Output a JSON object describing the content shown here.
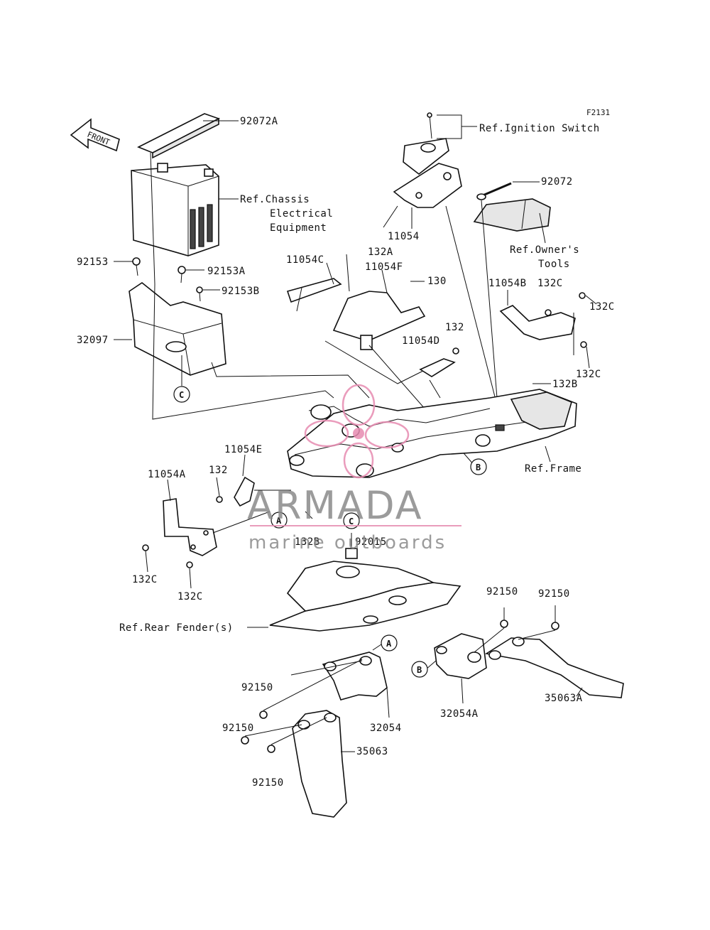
{
  "figure_code": "F2131",
  "front_arrow": "FRONT",
  "watermark": {
    "brand": "ARMADA",
    "tagline": "marine outboards",
    "accent": "#e68bb0"
  },
  "labels": {
    "p92072A": "92072A",
    "ref_ignition": "Ref.Ignition Switch",
    "p92072": "92072",
    "ref_chassis_1": "Ref.Chassis",
    "ref_chassis_2": "Electrical",
    "ref_chassis_3": "Equipment",
    "p11054": "11054",
    "ref_owners_1": "Ref.Owner's",
    "ref_owners_2": "Tools",
    "p92153": "92153",
    "p92153A": "92153A",
    "p92153B": "92153B",
    "p11054C": "11054C",
    "p132A": "132A",
    "p11054F": "11054F",
    "p130": "130",
    "p11054B": "11054B",
    "p132C_top": "132C",
    "p132C_right": "132C",
    "p132C_right2": "132C",
    "p32097": "32097",
    "p132_mid": "132",
    "p11054D": "11054D",
    "p132B_right": "132B",
    "ref_frame": "Ref.Frame",
    "p11054E": "11054E",
    "p11054A": "11054A",
    "p132_left": "132",
    "p132B_mid": "132B",
    "p92015": "92015",
    "p132C_l1": "132C",
    "p132C_l2": "132C",
    "ref_rear_fender": "Ref.Rear Fender(s)",
    "p92150_a": "92150",
    "p92150_b": "92150",
    "p92150_c": "92150",
    "p92150_d": "92150",
    "p92150_e": "92150",
    "p32054": "32054",
    "p35063": "35063",
    "p32054A": "32054A",
    "p35063A": "35063A"
  },
  "callouts": {
    "A": "A",
    "B": "B",
    "C": "C"
  }
}
